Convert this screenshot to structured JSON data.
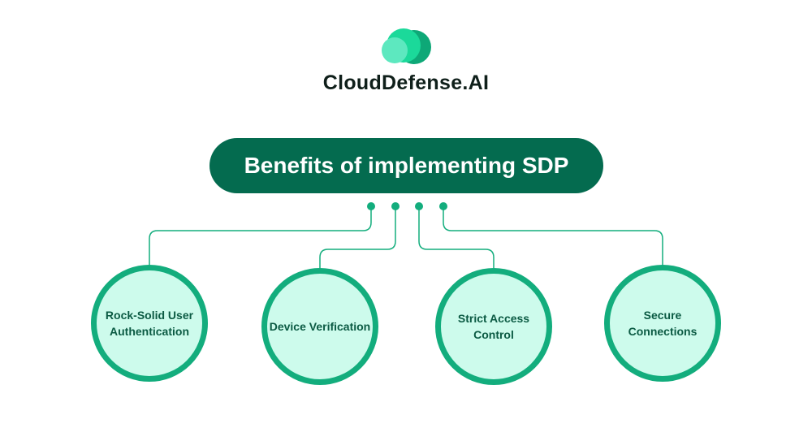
{
  "brand": {
    "name": "CloudDefense.AI",
    "logo_icon": "cloud-logo-icon"
  },
  "title": "Benefits of implementing SDP",
  "benefits": [
    {
      "label": "Rock-Solid User Authentication"
    },
    {
      "label": "Device Verification"
    },
    {
      "label": "Strict Access Control"
    },
    {
      "label": "Secure Connections"
    }
  ],
  "colors": {
    "pill": "#046b4f",
    "circle_stroke": "#13ad7d",
    "circle_fill": "#cdfbec",
    "text": "#0b5a43"
  }
}
